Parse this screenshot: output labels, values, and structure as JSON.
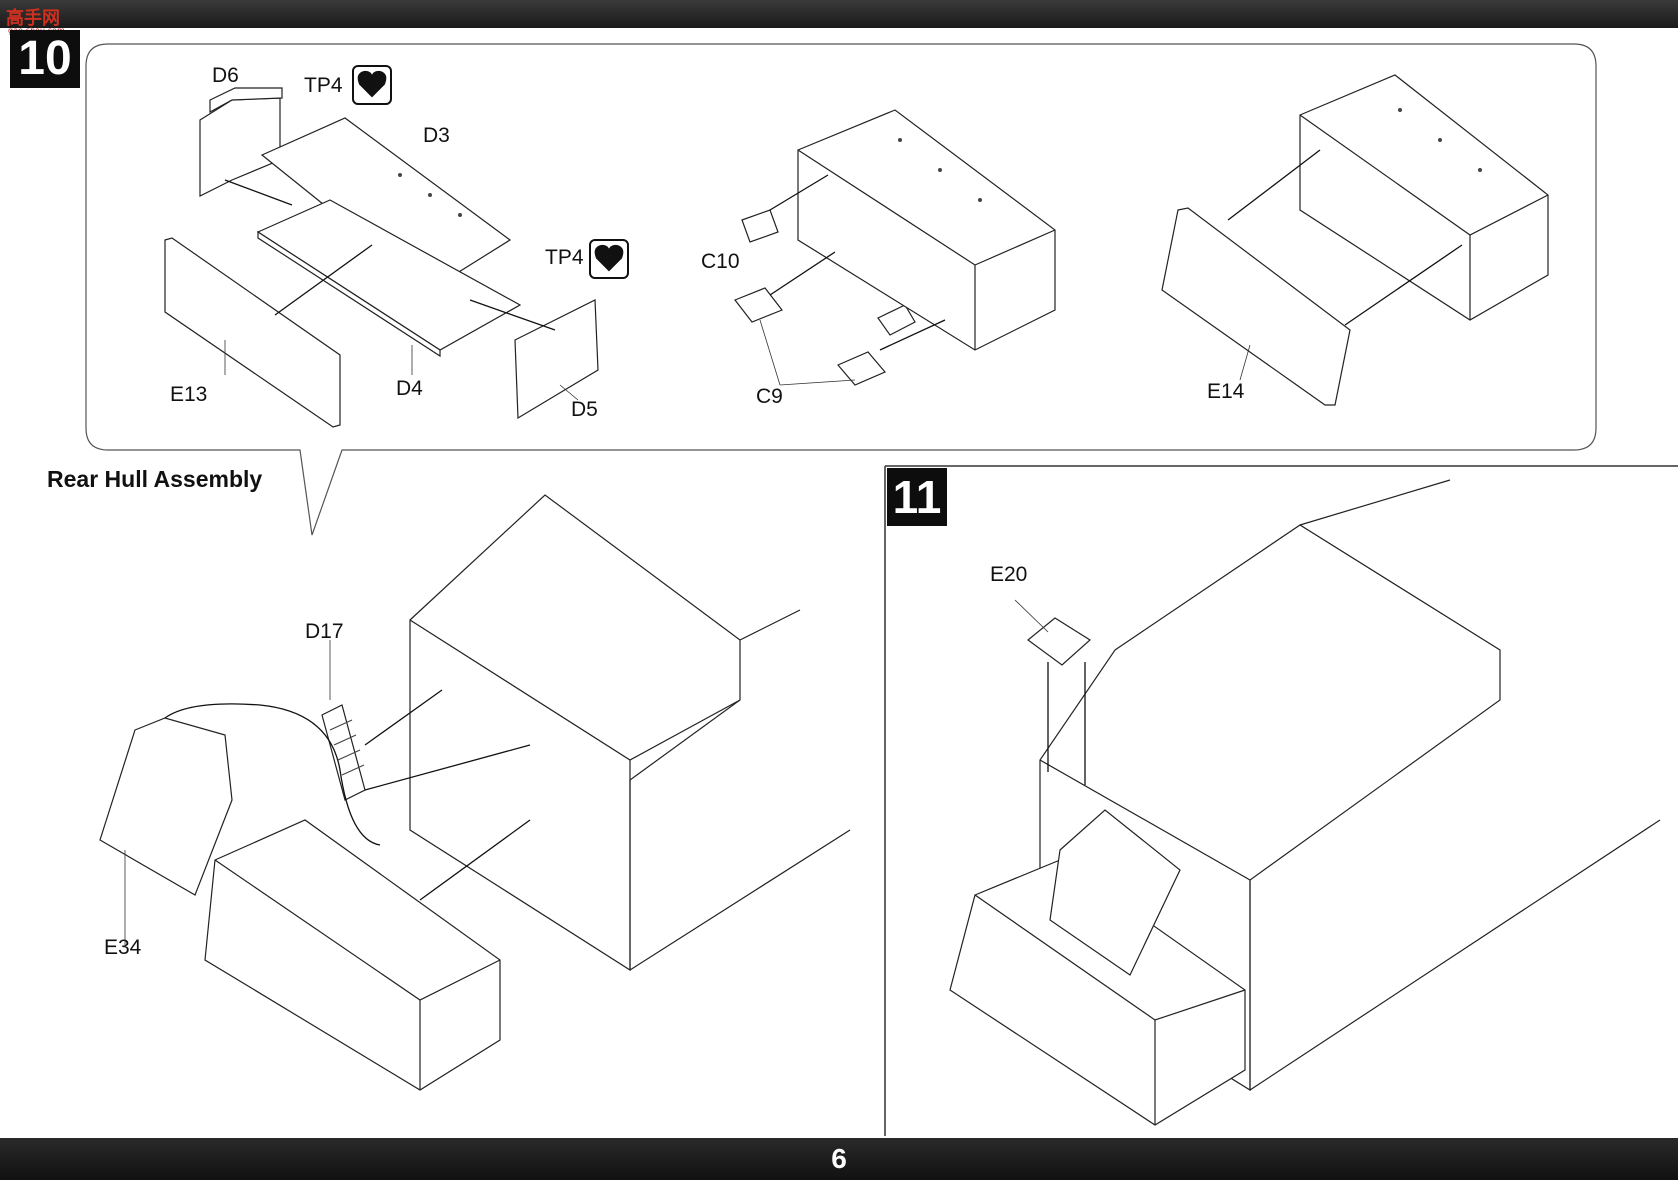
{
  "header": {
    "site_logo_text": "高手网",
    "site_logo_sub": "gao-shou.com"
  },
  "step10": {
    "number": "10",
    "labels": {
      "d6": "D6",
      "tp4_a": "TP4",
      "d3": "D3",
      "tp4_b": "TP4",
      "e13": "E13",
      "d4": "D4",
      "d5": "D5",
      "c10": "C10",
      "c9": "C9",
      "e14": "E14"
    }
  },
  "rear_hull": {
    "heading": "Rear Hull Assembly",
    "labels": {
      "d17": "D17",
      "e34": "E34"
    }
  },
  "step11": {
    "number": "11",
    "labels": {
      "e20": "E20"
    }
  },
  "footer": {
    "page_number": "6"
  },
  "icons": {
    "glue_icon": "broken-heart-icon"
  }
}
